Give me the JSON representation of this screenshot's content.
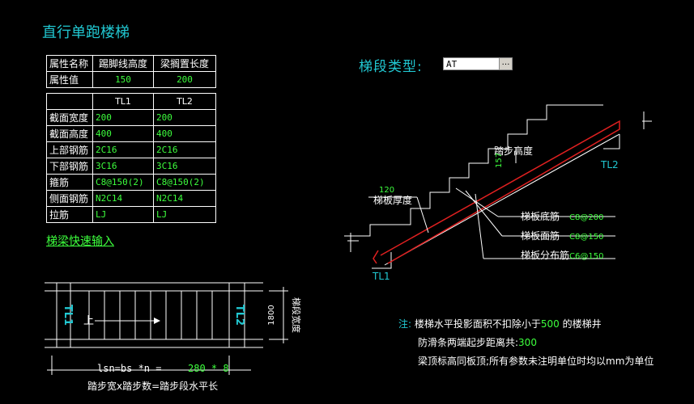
{
  "title": "直行单跑楼梯",
  "segment_type": {
    "label": "梯段类型:",
    "value": "AT",
    "button": "…"
  },
  "attr_table": {
    "headers": [
      "属性名称",
      "踢脚线高度",
      "梁搁置长度"
    ],
    "row_label": "属性值",
    "values": [
      "150",
      "200"
    ]
  },
  "beam_table": {
    "columns": [
      "TL1",
      "TL2"
    ],
    "rows": [
      {
        "label": "截面宽度",
        "tl1": "200",
        "tl2": "200"
      },
      {
        "label": "截面高度",
        "tl1": "400",
        "tl2": "400"
      },
      {
        "label": "上部钢筋",
        "tl1": "2C16",
        "tl2": "2C16"
      },
      {
        "label": "下部钢筋",
        "tl1": "3C16",
        "tl2": "3C16"
      },
      {
        "label": "箍筋",
        "tl1": "C8@150(2)",
        "tl2": "C8@150(2)"
      },
      {
        "label": "侧面钢筋",
        "tl1": "N2C14",
        "tl2": "N2C14"
      },
      {
        "label": "拉筋",
        "tl1": "LJ",
        "tl2": "LJ"
      }
    ]
  },
  "quick_input_link": "梯梁快速输入",
  "section": {
    "step_height_label": "踏步高度",
    "step_height_value": "157",
    "plate_thickness_label": "梯板厚度",
    "plate_thickness_value": "120",
    "tl1": "TL1",
    "tl2": "TL2",
    "bottom_bar_label": "梯板底筋",
    "bottom_bar_value": "C8@200",
    "top_bar_label": "梯板面筋",
    "top_bar_value": "C8@150",
    "dist_bar_label": "梯板分布筋",
    "dist_bar_value": "C6@150"
  },
  "plan": {
    "tl1": "TL1",
    "tl2": "TL2",
    "up": "上",
    "width_value": "1800",
    "width_label": "梯段宽度",
    "formula_prefix": "lsn=bs *n = ",
    "formula_value": "280 * 8",
    "formula_caption": "踏步宽x踏步数=踏步段水平长"
  },
  "notes": {
    "prefix": "注:",
    "line1_a": "楼梯水平投影面积不扣除小于",
    "line1_b": "500",
    "line1_c": "的楼梯井",
    "line2_a": "防滑条两端起步距离共:",
    "line2_b": "300",
    "line3": "梁顶标高同板顶;所有参数未注明单位时均以mm为单位"
  },
  "colors": {
    "accent": "#21c8d2",
    "value": "#3dff3d",
    "rebar": "#e02020",
    "background": "#000000"
  }
}
